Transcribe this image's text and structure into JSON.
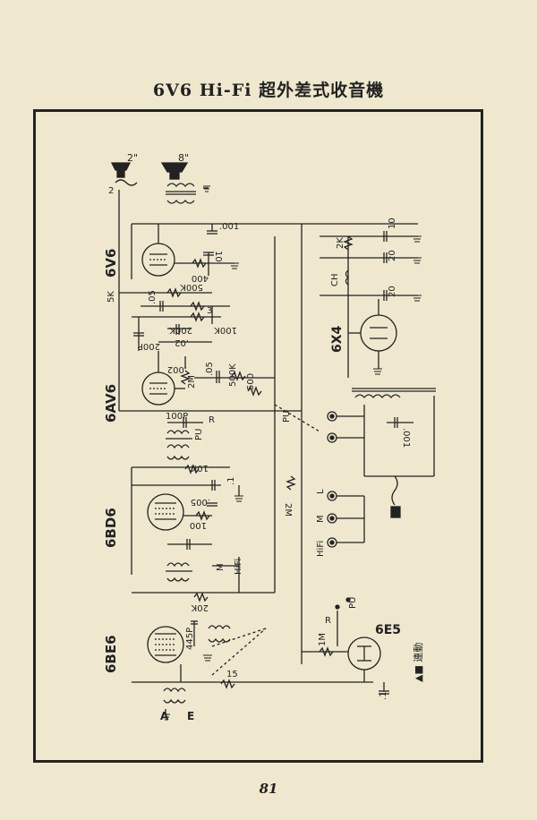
{
  "page": {
    "title": "6V6 Hi-Fi 超外差式收音機",
    "number": "81"
  },
  "tubes": {
    "t1": "6V6",
    "t2": "6AV6",
    "t3": "6BD6",
    "t4": "6BE6",
    "t5": "6X4",
    "t6": "6E5"
  },
  "speakers": {
    "s1": "2\"",
    "s2": "8\""
  },
  "components": {
    "c_2": "2",
    "c_001_top": ".001",
    "c_10_cath": "10",
    "r_400": "400",
    "r_5k": "5K",
    "r_500k": "500K",
    "c_05": ".05",
    "c_3": "3",
    "r_200k": "200K",
    "r_100k": "100K",
    "c_02": ".02",
    "c_200p": "200P",
    "c_002": ".002",
    "r_2m_a": "2M",
    "c_05_b": ".05",
    "r_500k_b": "500K",
    "r_500": "500",
    "c_100p": "100P",
    "r_10k": "10K",
    "c_1": ".1",
    "c_005": ".005",
    "r_100": "100",
    "r_2m_b": "2M",
    "r_20k": "20K",
    "c_445p": "445P",
    "r_15": "15",
    "r_1m": "1M",
    "c_1_b": ".1",
    "r_2k": "2K",
    "ch": "CH",
    "c_10_a": "10",
    "c_20_a": "20",
    "c_20_b": "20",
    "c_001_right": ".001"
  },
  "switches": {
    "r1": "R",
    "pu1": "PU",
    "pu2": "PU",
    "m1": "M",
    "hifi1": "HiFi",
    "r2": "R",
    "pu3": "PU",
    "l": "L",
    "m2": "M",
    "hifi2": "HiFi"
  },
  "terminals": {
    "a": "A",
    "e": "E"
  },
  "legend": {
    "text": "▲■ 連動"
  }
}
